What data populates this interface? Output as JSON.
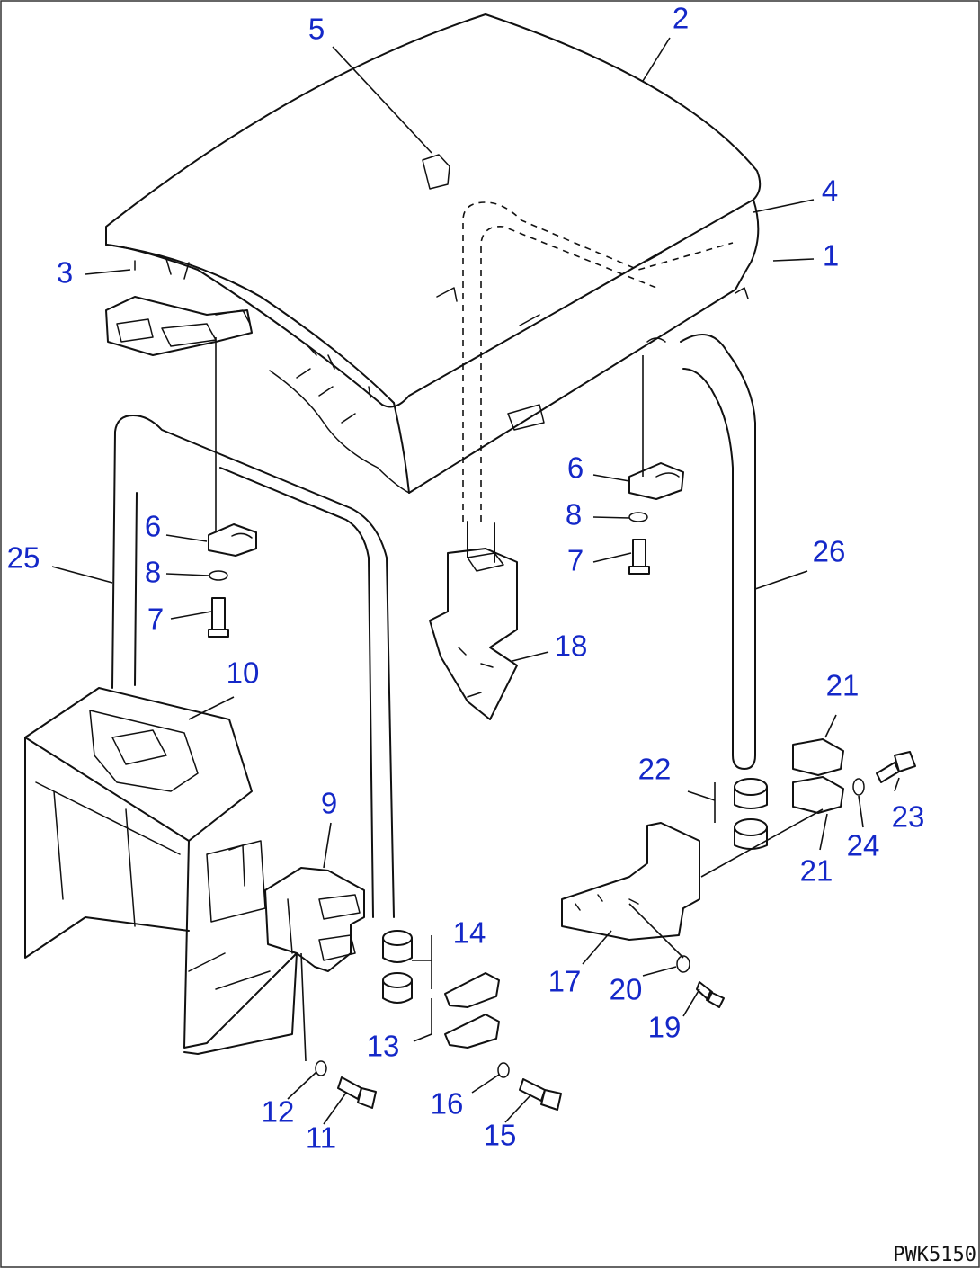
{
  "drawing_code": "PWK5150",
  "callouts": [
    "5",
    "2",
    "4",
    "1",
    "3",
    "6",
    "8",
    "7",
    "25",
    "6",
    "8",
    "7",
    "26",
    "18",
    "10",
    "21",
    "22",
    "23",
    "9",
    "24",
    "21",
    "14",
    "17",
    "13",
    "20",
    "19",
    "12",
    "16",
    "15",
    "11"
  ],
  "colors": {
    "callout": "#1428c8",
    "line": "#111111",
    "background": "#ffffff"
  }
}
